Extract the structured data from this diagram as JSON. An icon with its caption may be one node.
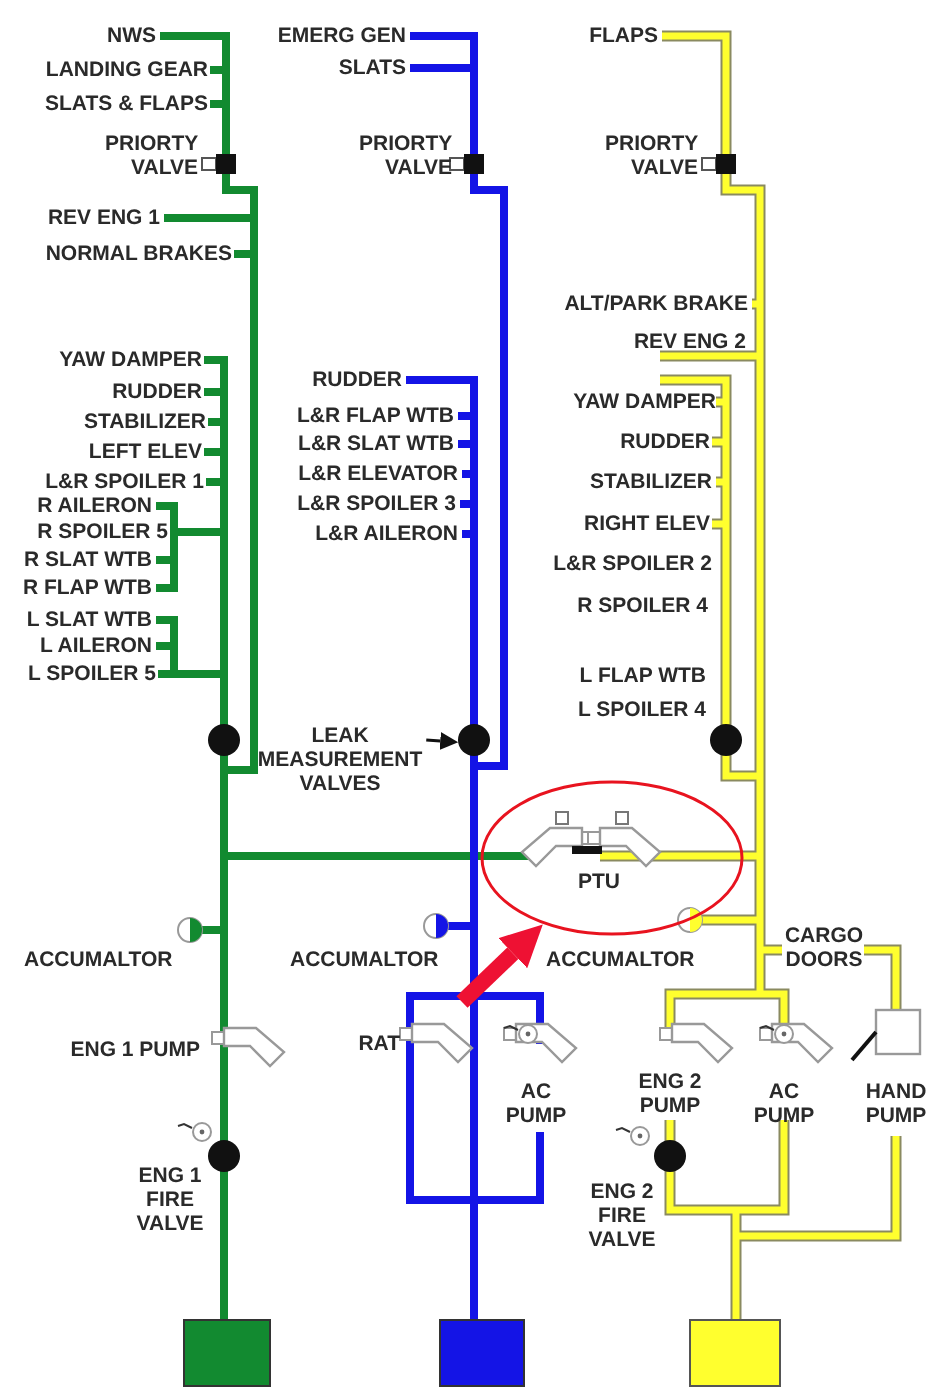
{
  "diagram": {
    "nodes": [
      {
        "text": [
          "LEAK MEASUREMENT VALVES"
        ]
      },
      {
        "text": [],
        "shape": "circle"
      },
      {
        "text": [
          "PTU"
        ]
      }
    ],
    "edges": [
      {
        "from": 0,
        "to": 1,
        "arrow": "to"
      },
      {
        "from": null,
        "to": 2,
        "arrow": "to",
        "style": "thick",
        "color": "#ee1133"
      }
    ],
    "labels": [
      "NWS",
      "LANDING GEAR",
      "SLATS & FLAPS",
      "PRIORTY VALVE",
      "REV ENG 1",
      "NORMAL BRAKES",
      "YAW DAMPER",
      "RUDDER",
      "STABILIZER",
      "LEFT ELEV",
      "L&R SPOILER 1",
      "R AILERON",
      "R SPOILER 5",
      "R SLAT WTB",
      "R FLAP WTB",
      "L SLAT WTB",
      "L AILERON",
      "L SPOILER 5",
      "EMERG GEN",
      "SLATS",
      "PRIORTY VALVE",
      "RUDDER",
      "L&R FLAP WTB",
      "L&R SLAT WTB",
      "L&R ELEVATOR",
      "L&R SPOILER 3",
      "L&R AILERON",
      "FLAPS",
      "PRIORTY VALVE",
      "ALT/PARK BRAKE",
      "REV ENG 2",
      "YAW DAMPER",
      "RUDDER",
      "STABILIZER",
      "RIGHT ELEV",
      "L&R SPOILER 2",
      "R SPOILER 4",
      "L FLAP WTB",
      "L SPOILER 4",
      "ACCUMALTOR",
      "ACCUMALTOR",
      "ACCUMALTOR",
      "CARGO DOORS",
      "ENG 1 PUMP",
      "RAT",
      "AC PUMP",
      "ENG 2 PUMP",
      "AC PUMP",
      "HAND PUMP",
      "ENG 1 FIRE VALVE",
      "ENG 2 FIRE VALVE"
    ]
  }
}
